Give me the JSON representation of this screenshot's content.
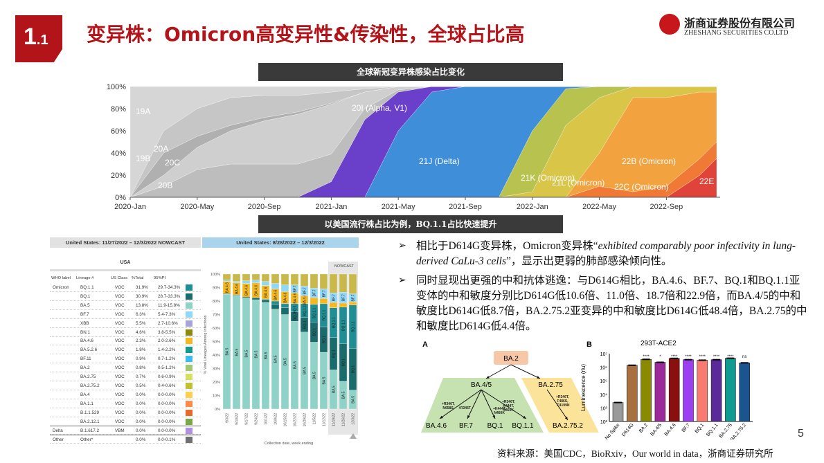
{
  "header": {
    "section_number": "1",
    "section_sub": ".1",
    "title": "变异株：Omicron高变异性&传染性，全球占比高",
    "logo": {
      "cn": "浙商证券股份有限公司",
      "en": "ZHESHANG SECURITIES CO.LTD"
    },
    "brand_color": "#b3141a"
  },
  "banner1": "全球新冠变异株感染占比变化",
  "banner2": "以美国流行株占比为例，BQ.1.1占比快速提升",
  "chart_data": [
    {
      "type": "area",
      "stacked": true,
      "ylim": [
        0,
        100
      ],
      "yticks": [
        "0%",
        "20%",
        "40%",
        "60%",
        "80%",
        "100%"
      ],
      "xticks": [
        "2020-Jan",
        "2020-May",
        "2020-Sep",
        "2021-Jan",
        "2021-May",
        "2021-Sep",
        "2022-Jan",
        "2022-May",
        "2022-Sep"
      ],
      "x": [
        "2020-01",
        "2020-03",
        "2020-05",
        "2020-07",
        "2020-09",
        "2020-11",
        "2021-01",
        "2021-03",
        "2021-05",
        "2021-07",
        "2021-09",
        "2021-11",
        "2022-01",
        "2022-03",
        "2022-05",
        "2022-07",
        "2022-09",
        "2022-11",
        "2022-12"
      ],
      "series": [
        {
          "name": "22E",
          "color": "#e0433a",
          "values": [
            0,
            0,
            0,
            0,
            0,
            0,
            0,
            0,
            0,
            0,
            0,
            0,
            0,
            0,
            0,
            0,
            0,
            20,
            35
          ]
        },
        {
          "name": "22C (Omicron)",
          "color": "#f07a35",
          "values": [
            0,
            0,
            0,
            0,
            0,
            0,
            0,
            0,
            0,
            0,
            0,
            0,
            0,
            0,
            10,
            5,
            10,
            15,
            15
          ]
        },
        {
          "name": "22B (Omicron)",
          "color": "#f2a23e",
          "values": [
            0,
            0,
            0,
            0,
            0,
            0,
            0,
            0,
            0,
            0,
            0,
            0,
            0,
            0,
            30,
            85,
            80,
            60,
            45
          ]
        },
        {
          "name": "21L (Omicron)",
          "color": "#d9c548",
          "values": [
            0,
            0,
            0,
            0,
            0,
            0,
            0,
            0,
            0,
            0,
            0,
            0,
            5,
            65,
            50,
            10,
            10,
            5,
            5
          ]
        },
        {
          "name": "21K (Omicron)",
          "color": "#b8c24e",
          "values": [
            0,
            0,
            0,
            0,
            0,
            0,
            0,
            0,
            0,
            0,
            0,
            0,
            55,
            33,
            10,
            0,
            0,
            0,
            0
          ]
        },
        {
          "name": "21J (Delta)",
          "color": "#3f8ed9",
          "values": [
            0,
            0,
            0,
            0,
            0,
            0,
            0,
            0,
            60,
            95,
            100,
            100,
            40,
            2,
            0,
            0,
            0,
            0,
            0
          ]
        },
        {
          "name": "20I (Alpha, V1)",
          "color": "#6a3fc9",
          "values": [
            0,
            0,
            0,
            0,
            0,
            0,
            14,
            70,
            35,
            5,
            0,
            0,
            0,
            0,
            0,
            0,
            0,
            0,
            0
          ]
        },
        {
          "name": "20B",
          "color": "#bdbdbd",
          "values": [
            0,
            10,
            25,
            30,
            30,
            30,
            25,
            10,
            2,
            0,
            0,
            0,
            0,
            0,
            0,
            0,
            0,
            0,
            0
          ]
        },
        {
          "name": "20C",
          "color": "#cfcfcf",
          "values": [
            0,
            10,
            20,
            30,
            39,
            45,
            45,
            15,
            3,
            0,
            0,
            0,
            0,
            0,
            0,
            0,
            0,
            0,
            0
          ]
        },
        {
          "name": "19B",
          "color": "#b0b0b0",
          "values": [
            0,
            20,
            10,
            5,
            3,
            2,
            1,
            0,
            0,
            0,
            0,
            0,
            0,
            0,
            0,
            0,
            0,
            0,
            0
          ]
        },
        {
          "name": "20A",
          "color": "#c6c6c6",
          "values": [
            0,
            20,
            25,
            25,
            20,
            15,
            10,
            3,
            0,
            0,
            0,
            0,
            0,
            0,
            0,
            0,
            0,
            0,
            0
          ]
        },
        {
          "name": "19A",
          "color": "#d6d6d6",
          "values": [
            100,
            40,
            20,
            10,
            8,
            8,
            5,
            2,
            0,
            0,
            0,
            0,
            0,
            0,
            0,
            0,
            0,
            0,
            0
          ]
        }
      ]
    },
    {
      "type": "bar",
      "stacked": true,
      "title": "United States: 8/28/2022 – 12/3/2022",
      "ylabel": "% Viral Lineages Among Infections",
      "xlabel": "Collection date, week ending",
      "ylim": [
        0,
        100
      ],
      "yticks": [
        "0%",
        "10%",
        "20%",
        "30%",
        "40%",
        "50%",
        "60%",
        "70%",
        "80%",
        "90%",
        "100%"
      ],
      "nowcast_label": "NOWCAST",
      "categories": [
        "9/3/22",
        "9/10/22",
        "9/17/22",
        "9/24/22",
        "10/1/22",
        "10/8/22",
        "10/15/22",
        "10/22/22",
        "10/29/22",
        "11/5/22",
        "11/12/22",
        "11/19/22",
        "11/26/22",
        "12/3/22"
      ],
      "series": [
        {
          "name": "BA.5",
          "color": "#8fd3c8",
          "values": [
            85,
            84,
            82,
            81,
            79,
            74,
            70,
            65,
            57,
            49.5,
            42,
            29,
            20.5,
            14
          ]
        },
        {
          "name": "BQ.1",
          "color": "#1a6b6b",
          "values": [
            0.5,
            0.5,
            1,
            1.5,
            2,
            3.5,
            5,
            7,
            11,
            15,
            19,
            24,
            28,
            31
          ]
        },
        {
          "name": "BQ.1.1",
          "color": "#1f8f95",
          "values": [
            0,
            0,
            0,
            0,
            0.5,
            2.5,
            3,
            6,
            10,
            13,
            17,
            22,
            27,
            32
          ]
        },
        {
          "name": "BA.4.6",
          "color": "#f5b820",
          "values": [
            9,
            9,
            10,
            11,
            10,
            9,
            9,
            8,
            6,
            5,
            4,
            4,
            3,
            2.3
          ]
        },
        {
          "name": "BF.7",
          "color": "#90d8f8",
          "values": [
            1,
            1,
            2,
            2,
            3,
            4,
            5,
            6,
            7,
            7,
            7,
            7,
            8,
            6
          ]
        },
        {
          "color": "#c9b94a",
          "values": [
            4.5,
            5.5,
            5,
            4.5,
            5.5,
            7,
            8,
            8,
            9,
            10.5,
            11,
            14,
            13.5,
            14.7
          ]
        }
      ]
    },
    {
      "type": "bar",
      "panel_label": "B",
      "title": "293T-ACE2",
      "ylabel": "Luminescence (rlu)",
      "yscale": "log",
      "ylim": [
        100,
        10000000
      ],
      "yticks": [
        "10²",
        "10³",
        "10⁴",
        "10⁵",
        "10⁶",
        "10⁷"
      ],
      "categories": [
        "No Spike",
        "D614G",
        "BA.2",
        "BA.4/5",
        "BA.4.6",
        "BF.7",
        "BQ.1",
        "BQ.1.1",
        "BA.2.75",
        "BA.2.75.2"
      ],
      "values": [
        2500,
        1400000,
        3800000,
        2300000,
        4500000,
        3600000,
        3300000,
        3600000,
        4600000,
        2100000
      ],
      "significance": [
        "",
        "",
        "****",
        "*",
        "****",
        "****",
        "****",
        "****",
        "****",
        "ns"
      ],
      "colors": [
        "#9a9a9a",
        "#a8703e",
        "#8a8a00",
        "#9b2a9b",
        "#8b0f0f",
        "#9b3ff0",
        "#f87a70",
        "#5a2a9a",
        "#119a90",
        "#1a5590"
      ]
    }
  ],
  "table": {
    "title": "United States: 11/27/2022 – 12/3/2022 NOWCAST",
    "region": "USA",
    "columns": [
      "WHO label",
      "Lineage #",
      "US Class",
      "%Total",
      "95%PI"
    ],
    "rows": [
      {
        "who": "Omicron",
        "lineage": "BQ.1.1",
        "cls": "VOC",
        "total": "31.9%",
        "pi": "29.7-34.3%",
        "color": "#1f8f95"
      },
      {
        "who": "",
        "lineage": "BQ.1",
        "cls": "VOC",
        "total": "30.9%",
        "pi": "28.7-33.3%",
        "color": "#1a6b6b"
      },
      {
        "who": "",
        "lineage": "BA.5",
        "cls": "VOC",
        "total": "13.8%",
        "pi": "11.9-15.8%",
        "color": "#8fd3c8"
      },
      {
        "who": "",
        "lineage": "BF.7",
        "cls": "VOC",
        "total": "6.3%",
        "pi": "5.4-7.3%",
        "color": "#90d8f8"
      },
      {
        "who": "",
        "lineage": "XBB",
        "cls": "VOC",
        "total": "5.5%",
        "pi": "2.7-10.6%",
        "color": "#a9a2dd"
      },
      {
        "who": "",
        "lineage": "BN.1",
        "cls": "VOC",
        "total": "4.6%",
        "pi": "3.8-5.5%",
        "color": "#8a8a10"
      },
      {
        "who": "",
        "lineage": "BA.4.6",
        "cls": "VOC",
        "total": "2.3%",
        "pi": "2.0-2.6%",
        "color": "#f5b820"
      },
      {
        "who": "",
        "lineage": "BA.5.2.6",
        "cls": "VOC",
        "total": "1.8%",
        "pi": "1.4-2.2%",
        "color": "#129a90"
      },
      {
        "who": "",
        "lineage": "BF.11",
        "cls": "VOC",
        "total": "0.9%",
        "pi": "0.7-1.2%",
        "color": "#3bbcf0"
      },
      {
        "who": "",
        "lineage": "BA.2",
        "cls": "VOC",
        "total": "0.8%",
        "pi": "0.5-1.2%",
        "color": "#a0c870"
      },
      {
        "who": "",
        "lineage": "BA.2.75",
        "cls": "VOC",
        "total": "0.7%",
        "pi": "0.6-0.9%",
        "color": "#d6e060"
      },
      {
        "who": "",
        "lineage": "BA.2.75.2",
        "cls": "VOC",
        "total": "0.5%",
        "pi": "0.4-0.6%",
        "color": "#c2c030"
      },
      {
        "who": "",
        "lineage": "BA.4",
        "cls": "VOC",
        "total": "0.0%",
        "pi": "0.0-0.0%",
        "color": "#ffd050"
      },
      {
        "who": "",
        "lineage": "BA.1.1",
        "cls": "VOC",
        "total": "0.0%",
        "pi": "0.0-0.0%",
        "color": "#ff8a4a"
      },
      {
        "who": "",
        "lineage": "B.1.1.529",
        "cls": "VOC",
        "total": "0.0%",
        "pi": "0.0-0.0%",
        "color": "#e86a2a"
      },
      {
        "who": "",
        "lineage": "BA.2.12.1",
        "cls": "VOC",
        "total": "0.0%",
        "pi": "0.0-0.0%",
        "color": "#78a848"
      },
      {
        "who": "Delta",
        "lineage": "B.1.617.2",
        "cls": "VBM",
        "total": "0.0%",
        "pi": "0.0-0.0%",
        "color": "#b090e0"
      },
      {
        "who": "Other",
        "lineage": "Other*",
        "cls": "",
        "total": "0.0%",
        "pi": "0.0-0.1%",
        "color": "#707070"
      }
    ]
  },
  "bullets": [
    {
      "pre": "相比于D614G变异株，Omicron变异株“",
      "italic": "exhibited comparably poor infectivity in lung-derived CaLu-3 cells",
      "post": "”，显示出更弱的肺部感染倾向性。"
    },
    {
      "text": "同时显现出更强的中和抗体逃逸：与D614G相比，BA.4.6、BF.7、BQ.1和BQ.1.1亚变体的中和敏度分别比D614G低10.6倍、11.0倍、18.7倍和22.9倍，而BA.4/5的中和敏度比D614G低8.7倍，BA.2.75.2亚变异的中和敏度比D614G低48.4倍，BA.2.75的中和敏度比D614G低4.4倍。"
    }
  ],
  "tree": {
    "panel_label": "A",
    "root": "BA.2",
    "ba45": "BA.4/5",
    "ba275": "BA.2.75",
    "leaves": [
      "BA.4.6",
      "BF.7",
      "BQ.1",
      "BQ.1.1",
      "BA.2.75.2"
    ],
    "mutations": [
      "+R346T, N658S",
      "+R346T",
      "+K444T, N460K",
      "+R346T, K444T, N460K",
      "+R346T, F486S, D1199N"
    ]
  },
  "page_number": "5",
  "footer": "资料来源：美国CDC，BioRxiv，Our world in data，浙商证券研究所"
}
